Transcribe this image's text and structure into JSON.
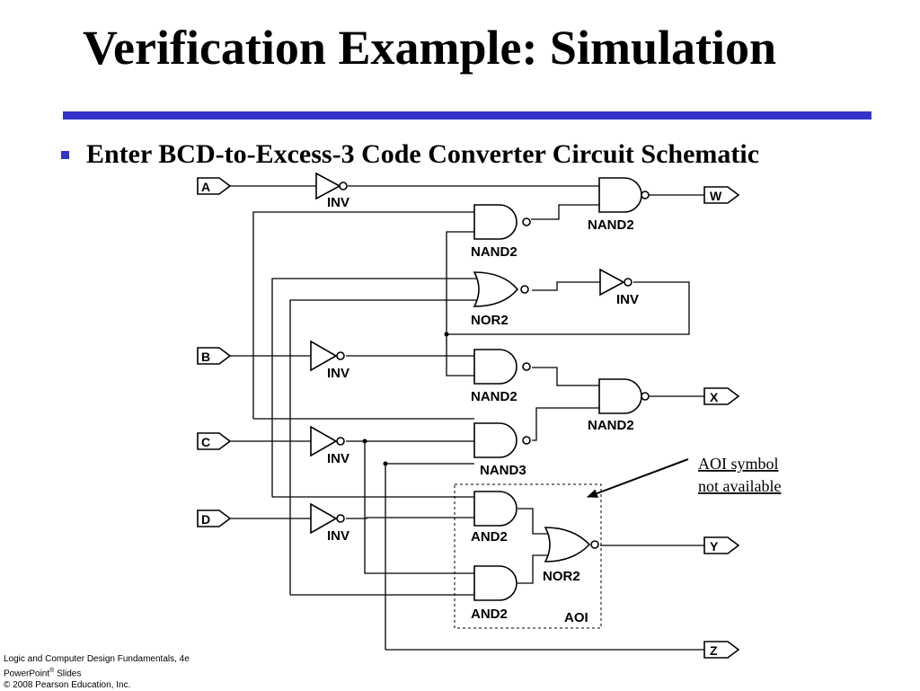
{
  "slide": {
    "title": "Verification Example: Simulation",
    "bullet": "Enter BCD-to-Excess-3 Code Converter Circuit Schematic",
    "accent_color": "#3333cc"
  },
  "schematic": {
    "inputs": [
      "A",
      "B",
      "C",
      "D"
    ],
    "outputs": [
      "W",
      "X",
      "Y",
      "Z"
    ],
    "gate_labels": {
      "inv_a": "INV",
      "nand_top": "NAND2",
      "nand_w": "NAND2",
      "nor_mid": "NOR2",
      "inv_nor": "INV",
      "inv_b": "INV",
      "nand_mid": "NAND2",
      "nand_x": "NAND2",
      "inv_c": "INV",
      "nand3": "NAND3",
      "inv_d": "INV",
      "and_top": "AND2",
      "and_bot": "AND2",
      "nor_y": "NOR2",
      "aoi_box": "AOI"
    },
    "annotation": [
      "AOI symbol",
      "not available"
    ]
  },
  "footer": {
    "line1": "Logic and Computer Design Fundamentals, 4e",
    "line2_pre": "PowerPoint",
    "line2_sup": "®",
    "line2_post": " Slides",
    "line3": "© 2008 Pearson Education, Inc."
  }
}
